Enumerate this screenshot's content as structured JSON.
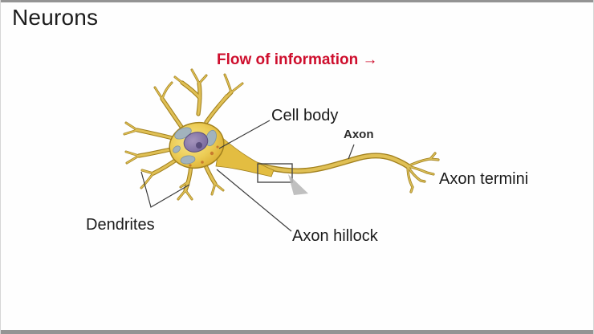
{
  "slide": {
    "title": "Neurons",
    "flow_heading": "Flow of information →",
    "labels": {
      "cell_body": "Cell body",
      "axon": "Axon",
      "axon_termini": "Axon termini",
      "dendrites": "Dendrites",
      "axon_hillock": "Axon hillock"
    },
    "colors": {
      "flow_heading": "#ce0e2d",
      "title_text": "#1c1c1c",
      "label_text": "#1a1a1a",
      "neuron_fill": "#ecc94e",
      "neuron_outline": "#a2811e",
      "nucleus_fill": "#8476a3",
      "annotation_line": "#3c3c3c",
      "frame_bar": "#949494"
    }
  }
}
